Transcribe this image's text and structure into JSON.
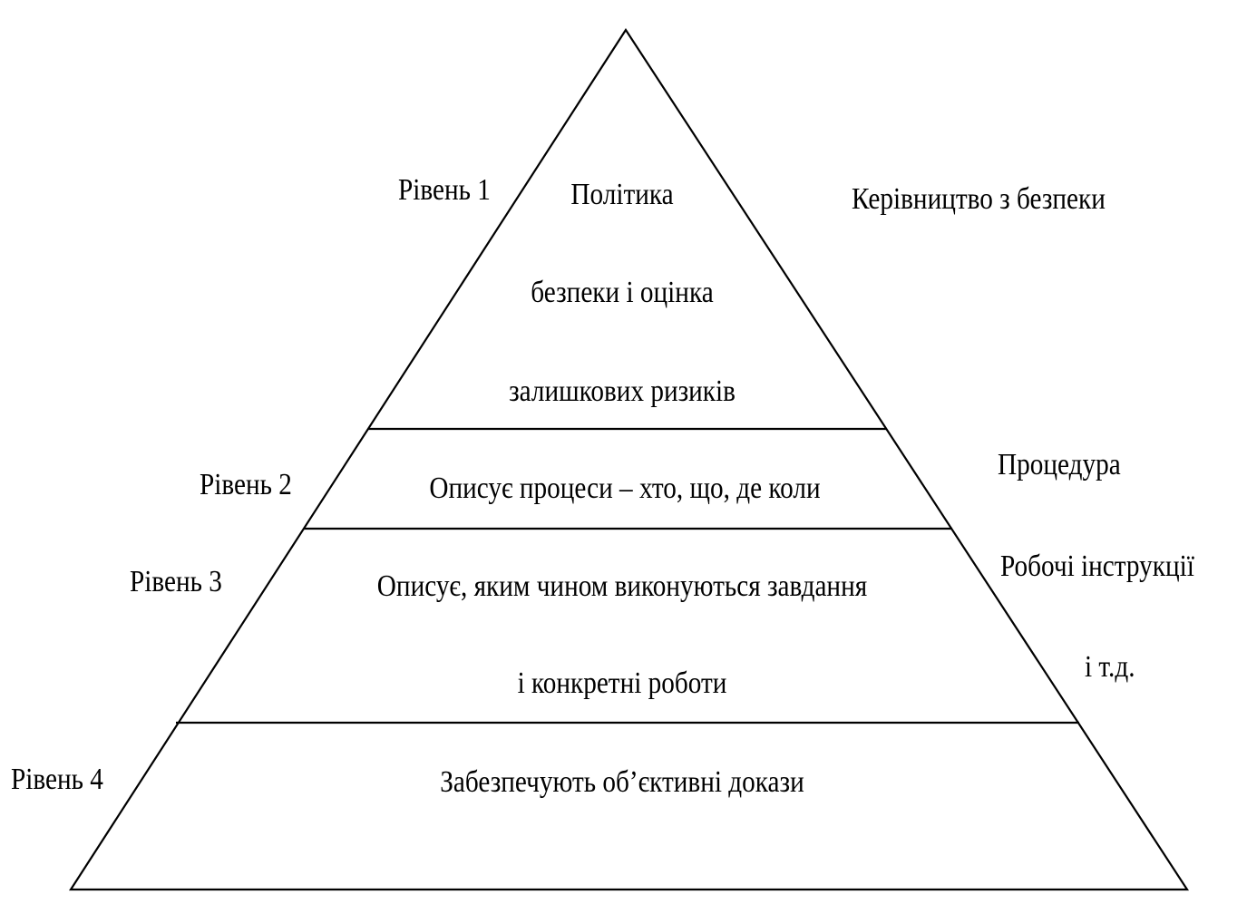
{
  "levels": {
    "level1": "Рівень 1",
    "level2": "Рівень 2",
    "level3": "Рівень 3",
    "level4": "Рівень 4"
  },
  "tiers": {
    "tier1": {
      "line1": "Політика",
      "line2": "безпеки і оцінка",
      "line3": "залишкових ризиків"
    },
    "tier2": {
      "line1": "Описує процеси – хто, що, де коли"
    },
    "tier3": {
      "line1": "Описує, яким чином виконуються завдання",
      "line2": "і конкретні роботи"
    },
    "tier4": {
      "line1": "Забезпечують об’єктивні докази"
    }
  },
  "documents": {
    "doc1": "Керівництво з безпеки",
    "doc2": "Процедура",
    "doc3_line1": "Робочі інструкції",
    "doc3_line2": "і т.д."
  },
  "colors": {
    "stroke": "#000000",
    "background": "#ffffff"
  }
}
